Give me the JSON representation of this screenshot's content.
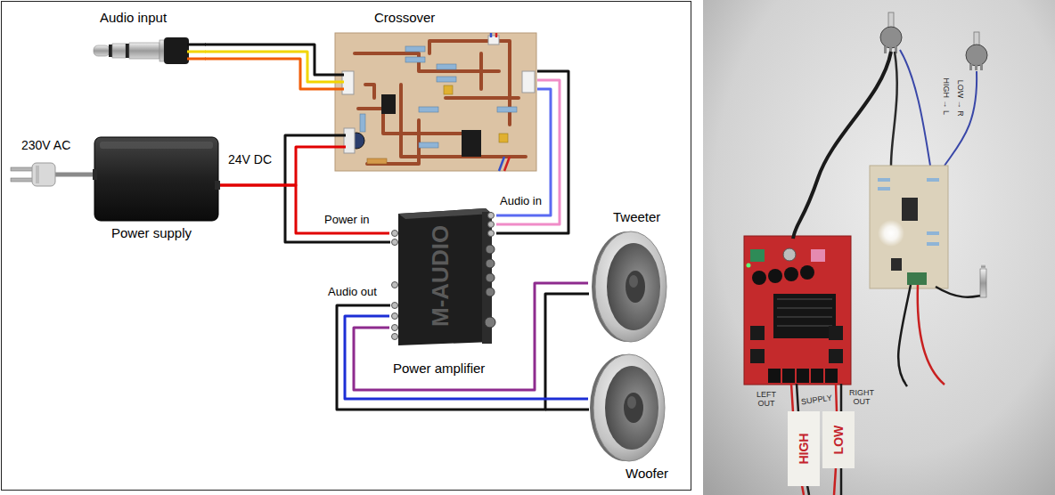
{
  "diagram": {
    "nodes": [
      {
        "text": [
          "Audio input"
        ]
      },
      {
        "text": [
          "Crossover"
        ]
      },
      {
        "text": [
          "Power supply"
        ]
      },
      {
        "text": [
          "Power amplifier",
          "M-AUDIO"
        ]
      },
      {
        "text": [
          "Tweeter"
        ]
      },
      {
        "text": [
          "Woofer"
        ]
      },
      {
        "text": [
          "HIGH"
        ]
      },
      {
        "text": [
          "LOW"
        ]
      }
    ],
    "edges": [
      {
        "from": 0,
        "to": 1,
        "arrow": "none"
      },
      {
        "from": 2,
        "to": 1,
        "label": "24V DC",
        "arrow": "none"
      },
      {
        "from": 2,
        "to": 3,
        "label": "Power in",
        "arrow": "none"
      },
      {
        "from": 1,
        "to": 3,
        "label": "Audio in",
        "arrow": "none"
      },
      {
        "from": 3,
        "to": 4,
        "arrow": "none"
      },
      {
        "from": 3,
        "to": 5,
        "arrow": "none"
      }
    ],
    "labels": [
      "230V AC",
      "Audio out",
      "HIGH → L",
      "LOW → R",
      "LEFT OUT",
      "SUPPLY",
      "RIGHT OUT"
    ]
  }
}
